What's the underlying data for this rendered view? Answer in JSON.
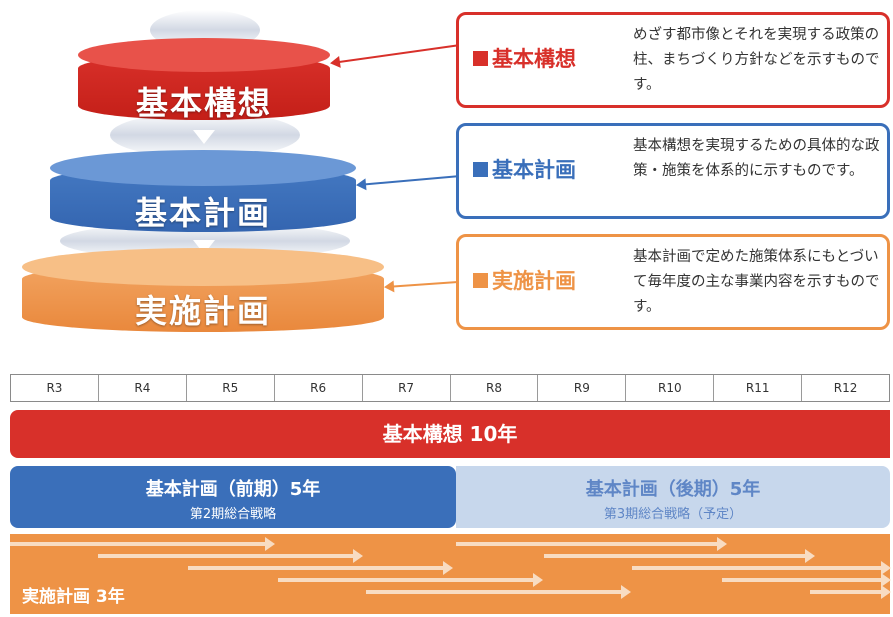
{
  "tiers": {
    "vision": {
      "label": "基本構想"
    },
    "basic": {
      "label": "基本計画"
    },
    "impl": {
      "label": "実施計画"
    }
  },
  "descriptions": [
    {
      "head": "基本構想",
      "body": "めざす都市像とそれを実現する政策の柱、まちづくり方針などを示すものです。"
    },
    {
      "head": "基本計画",
      "body": "基本構想を実現するための具体的な政策・施策を体系的に示すものです。"
    },
    {
      "head": "実施計画",
      "body": "基本計画で定めた施策体系にもとづいて毎年度の主な事業内容を示すものです。"
    }
  ],
  "timeline": {
    "years": [
      "R3",
      "R4",
      "R5",
      "R6",
      "R7",
      "R8",
      "R9",
      "R10",
      "R11",
      "R12"
    ],
    "vision_bar": "基本構想 10年",
    "basic_early": {
      "title": "基本計画（前期）5年",
      "sub": "第2期総合戦略"
    },
    "basic_late": {
      "title": "基本計画（後期）5年",
      "sub": "第3期総合戦略（予定）"
    },
    "impl_label": "実施計画 3年"
  },
  "colors": {
    "vision": "#d8302a",
    "basic": "#3a6fba",
    "basic_late": "#c7d7ec",
    "impl": "#ee9346"
  }
}
